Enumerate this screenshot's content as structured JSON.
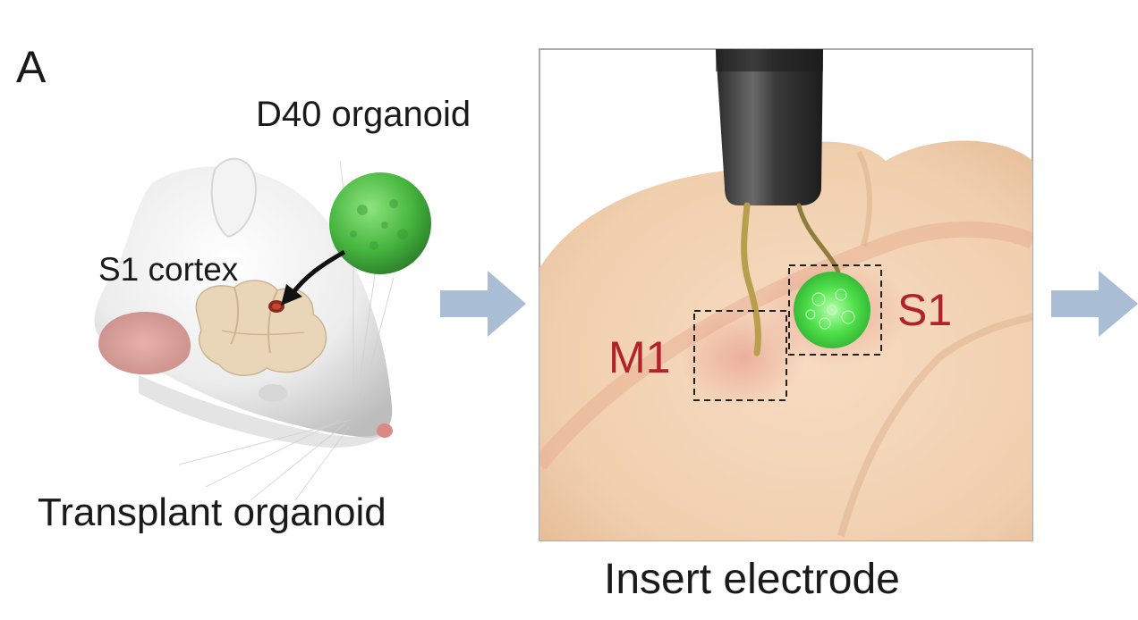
{
  "panel_label": "A",
  "left_panel": {
    "organoid_label": "D40 organoid",
    "cortex_label": "S1 cortex",
    "caption": "Transplant organoid"
  },
  "center_panel": {
    "region_m1": "M1",
    "region_s1": "S1",
    "caption": "Insert electrode"
  },
  "colors": {
    "organoid_green": "#46b53e",
    "region_label_red": "#b2222a",
    "arrow_blue": "#a9bdd4",
    "brain_tissue": "#f1d2b4"
  }
}
